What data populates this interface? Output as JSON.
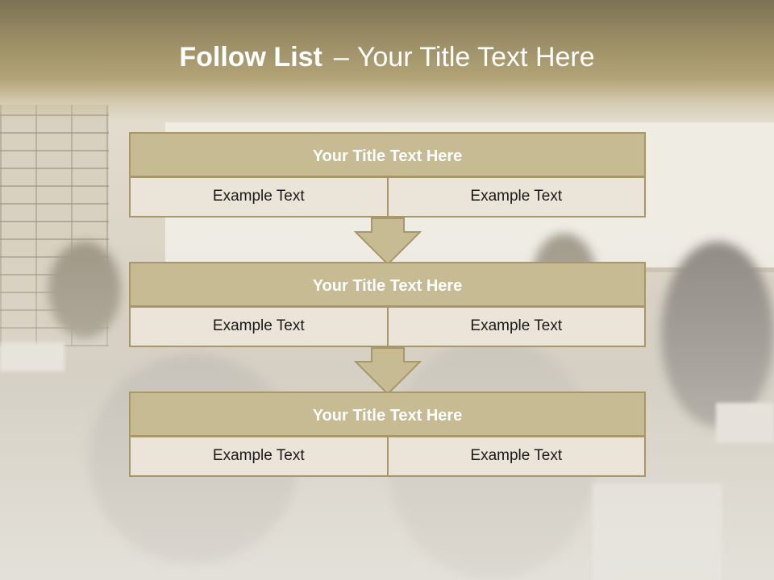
{
  "title": {
    "bold": "Follow List",
    "dash": "–",
    "rest": "Your Title Text Here"
  },
  "blocks": [
    {
      "title": "Your Title Text Here",
      "left": "Example Text",
      "right": "Example Text"
    },
    {
      "title": "Your Title Text Here",
      "left": "Example Text",
      "right": "Example Text"
    },
    {
      "title": "Your Title Text Here",
      "left": "Example Text",
      "right": "Example Text"
    }
  ],
  "colors": {
    "header": "#9c8e66",
    "title_bar": "#c7bb94",
    "cell": "#ebe4d8",
    "border": "#a8976a"
  }
}
